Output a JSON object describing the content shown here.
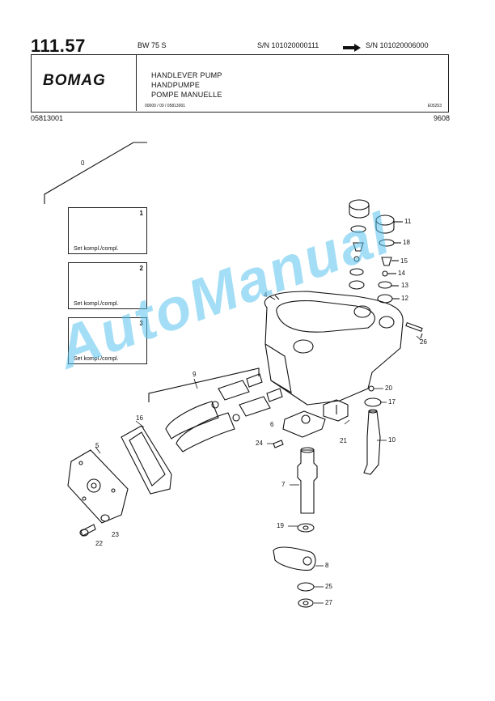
{
  "header": {
    "page_number": "111.57",
    "model": "BW 75 S",
    "sn_from": "S/N 101020000111",
    "sn_to": "S/N 101020006000",
    "logo": "BOMAG",
    "title_en": "HANDLEVER PUMP",
    "title_de": "HANDPUMPE",
    "title_fr": "POMPE MANUELLE",
    "ref_code": "00000 / 00 / 05813001",
    "small_code": "E05253",
    "doc_number": "05813001",
    "date_code": "9608"
  },
  "sets": [
    {
      "number": "1",
      "label": "Set kompl./compl."
    },
    {
      "number": "2",
      "label": "Set kompl./compl."
    },
    {
      "number": "3",
      "label": "Set kompl./compl."
    }
  ],
  "parts": {
    "p0": "0",
    "p4": "4",
    "p5": "5",
    "p6": "6",
    "p7": "7",
    "p8": "8",
    "p9": "9",
    "p10": "10",
    "p11": "11",
    "p12": "12",
    "p13": "13",
    "p14": "14",
    "p15": "15",
    "p16": "16",
    "p17": "17",
    "p18": "18",
    "p19": "19",
    "p20": "20",
    "p21": "21",
    "p22": "22",
    "p23": "23",
    "p24": "24",
    "p25": "25",
    "p26": "26",
    "p27": "27"
  },
  "watermark": "AutoManual",
  "colors": {
    "watermark": "#5bc4f0",
    "ink": "#111111"
  }
}
